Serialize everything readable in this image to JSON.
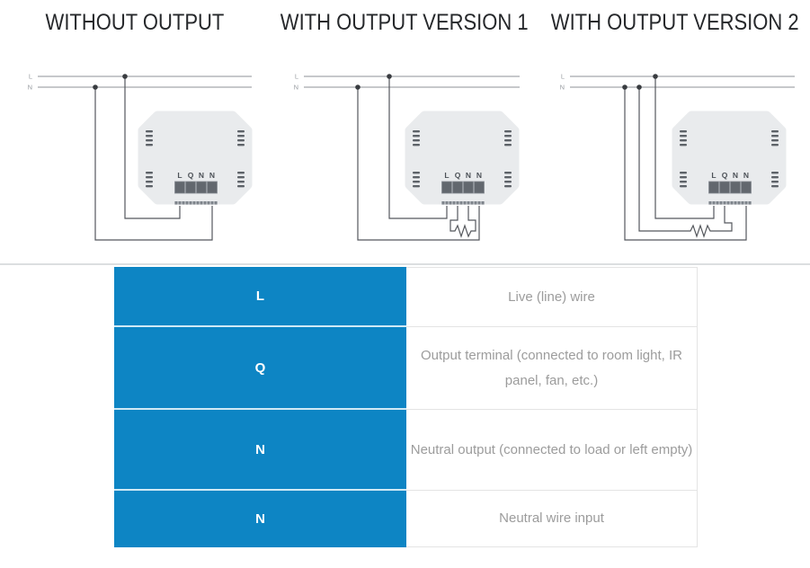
{
  "diagrams": [
    {
      "title": "WITHOUT OUTPUT"
    },
    {
      "title": "WITH OUTPUT VERSION 1"
    },
    {
      "title": "WITH OUTPUT VERSION 2"
    }
  ],
  "bus": {
    "live_label": "L",
    "neutral_label": "N"
  },
  "device": {
    "terminal_labels": [
      "L",
      "Q",
      "N",
      "N"
    ]
  },
  "table": {
    "accent_color": "#0d85c4",
    "rows": [
      {
        "key": "L",
        "description": "Live (line) wire"
      },
      {
        "key": "Q",
        "description": "Output terminal (connected to room light, IR panel, fan, etc.)"
      },
      {
        "key": "N",
        "description": "Neutral output (connected to load or left empty)"
      },
      {
        "key": "N",
        "description": "Neutral wire input"
      }
    ]
  },
  "colors": {
    "accent_blue": "#0d85c4",
    "table_row_separator": "#cfe9f5",
    "divider_gray": "#dcdee0",
    "device_body": "#e9ebed",
    "wire": "#55585d",
    "description_text": "#9c9c9c"
  }
}
